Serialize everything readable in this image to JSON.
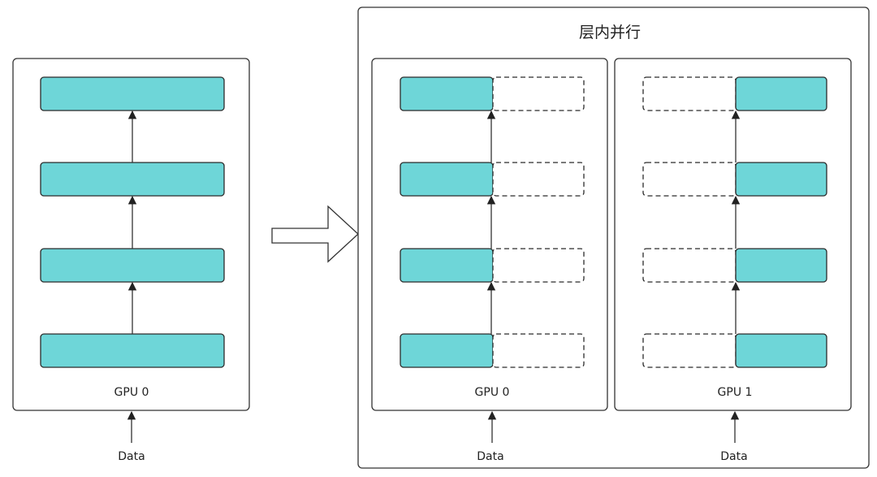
{
  "diagram": {
    "left": {
      "gpu_label": "GPU 0",
      "input_label": "Data",
      "layer_count": 4
    },
    "right": {
      "title": "层内并行",
      "gpus": [
        {
          "gpu_label": "GPU 0",
          "input_label": "Data",
          "filled_half": "left"
        },
        {
          "gpu_label": "GPU 1",
          "input_label": "Data",
          "filled_half": "right"
        }
      ],
      "layer_count": 4
    },
    "colors": {
      "layer_fill": "#6ed6d8",
      "stroke": "#2b2b2b",
      "background": "#ffffff"
    }
  }
}
